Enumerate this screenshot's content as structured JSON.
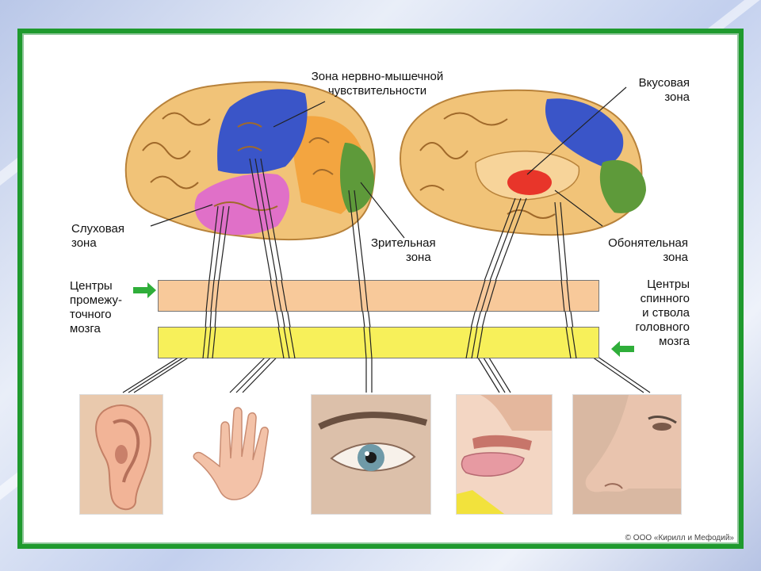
{
  "labels": {
    "neuromuscular_line1": "Зона нервно-мышечной",
    "neuromuscular_line2": "чувствительности",
    "taste_line1": "Вкусовая",
    "taste_line2": "зона",
    "auditory_line1": "Слуховая",
    "auditory_line2": "зона",
    "visual_line1": "Зрительная",
    "visual_line2": "зона",
    "olfactory_line1": "Обонятельная",
    "olfactory_line2": "зона",
    "diencephalon_line1": "Центры",
    "diencephalon_line2": "промежу-",
    "diencephalon_line3": "точного",
    "diencephalon_line4": "мозга",
    "spinal_line1": "Центры",
    "spinal_line2": "спинного",
    "spinal_line3": "и ствола",
    "spinal_line4": "головного",
    "spinal_line5": "мозга"
  },
  "copyright": "© ООО «Кирилл и Мефодий»",
  "colors": {
    "frame": "#1f9a2e",
    "band_top": "#f8c99a",
    "band_bottom": "#f7f05a",
    "brain": "#f1c378",
    "neuromuscular": "#3a55c8",
    "auditory": "#e070c8",
    "visual": "#5e9a3a",
    "taste": "#e8352a",
    "arrow": "#2fae3a"
  },
  "icons": [
    "ear-photo",
    "hand-photo",
    "eye-photo",
    "tongue-photo",
    "nose-photo"
  ]
}
